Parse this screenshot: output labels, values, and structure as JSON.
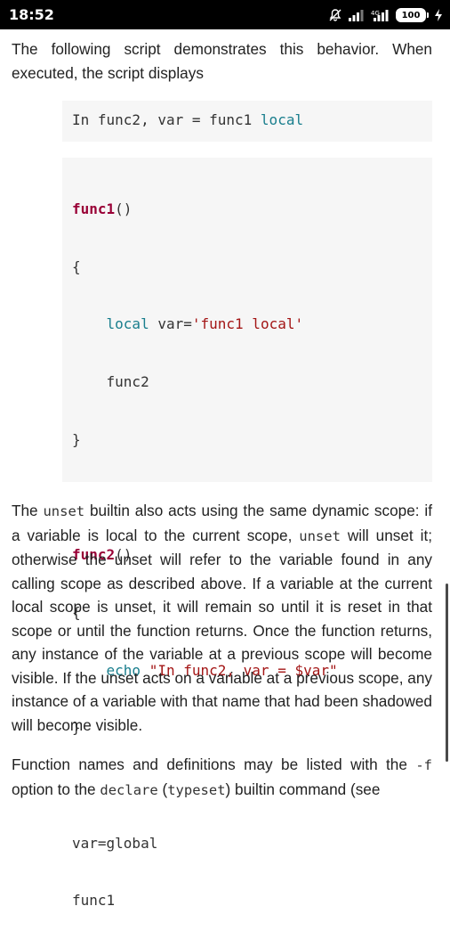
{
  "status_bar": {
    "time": "18:52",
    "battery": "100",
    "icons": [
      "bell-off-icon",
      "signal-icon",
      "signal-4g-icon",
      "battery-icon",
      "charging-bolt-icon"
    ]
  },
  "intro": {
    "text_line1": "The following script demonstrates this behavior. When",
    "text_line2": "executed, the script displays"
  },
  "output_block": {
    "pre": "In func2, var = func1 ",
    "highlight": "local"
  },
  "code_block": {
    "f1_name": "func1",
    "f1_parens": "()",
    "brace_open": "{",
    "brace_close": "}",
    "local_kw": "local",
    "local_rest": " var=",
    "local_str": "'func1 local'",
    "call_func2": "func2",
    "f2_name": "func2",
    "f2_parens": "()",
    "echo_kw": "echo",
    "echo_str": " \"In func2, var = $var\"",
    "var_global": "var=global",
    "call_func1": "func1"
  },
  "unset_para": {
    "t1": "The ",
    "c1": "unset",
    "t2": " builtin also acts using the same dynamic scope: if a variable is local to the current scope, ",
    "c2": "unset",
    "t3": " will unset it; otherwise the unset will refer to the variable found in any calling scope as described above. If a variable at the current local scope is unset, it will remain so until it is reset in that scope or until the function returns. Once the function returns, any instance of the variable at a previous scope will become visible. If the unset acts on a variable at a previous scope, any instance of a variable with that name that had been shadowed will become visible."
  },
  "funcnames_para": {
    "t1": "Function names and definitions may be listed with the ",
    "c1": "-f",
    "t2": " option to the ",
    "c2": "declare",
    "t3": " (",
    "c3": "typeset",
    "t4": ") builtin command (see"
  }
}
